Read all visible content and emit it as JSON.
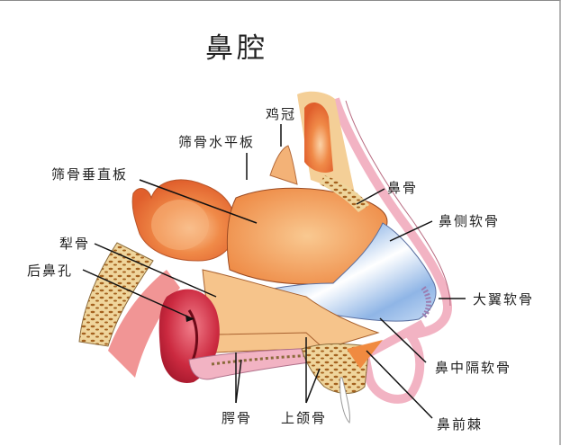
{
  "title": "鼻腔",
  "labels": {
    "crista_galli": "鸡冠",
    "cribriform_plate": "筛骨水平板",
    "perpendicular_plate": "筛骨垂直板",
    "vomer": "犁骨",
    "choana": "后鼻孔",
    "nasal_bone": "鼻骨",
    "lateral_cartilage": "鼻侧软骨",
    "alar_cartilage": "大翼软骨",
    "septal_cartilage": "鼻中隔软骨",
    "anterior_nasal_spine": "鼻前棘",
    "palatine_bone": "腭骨",
    "maxilla": "上颌骨"
  },
  "colors": {
    "bone_orange": "#f29a52",
    "bone_light": "#f7c48a",
    "cartilage_blue": "#a9c8ec",
    "skin_pink": "#f2b3c3",
    "mucosa_red": "#c8283c",
    "spongy_bone": "#eed49a"
  }
}
